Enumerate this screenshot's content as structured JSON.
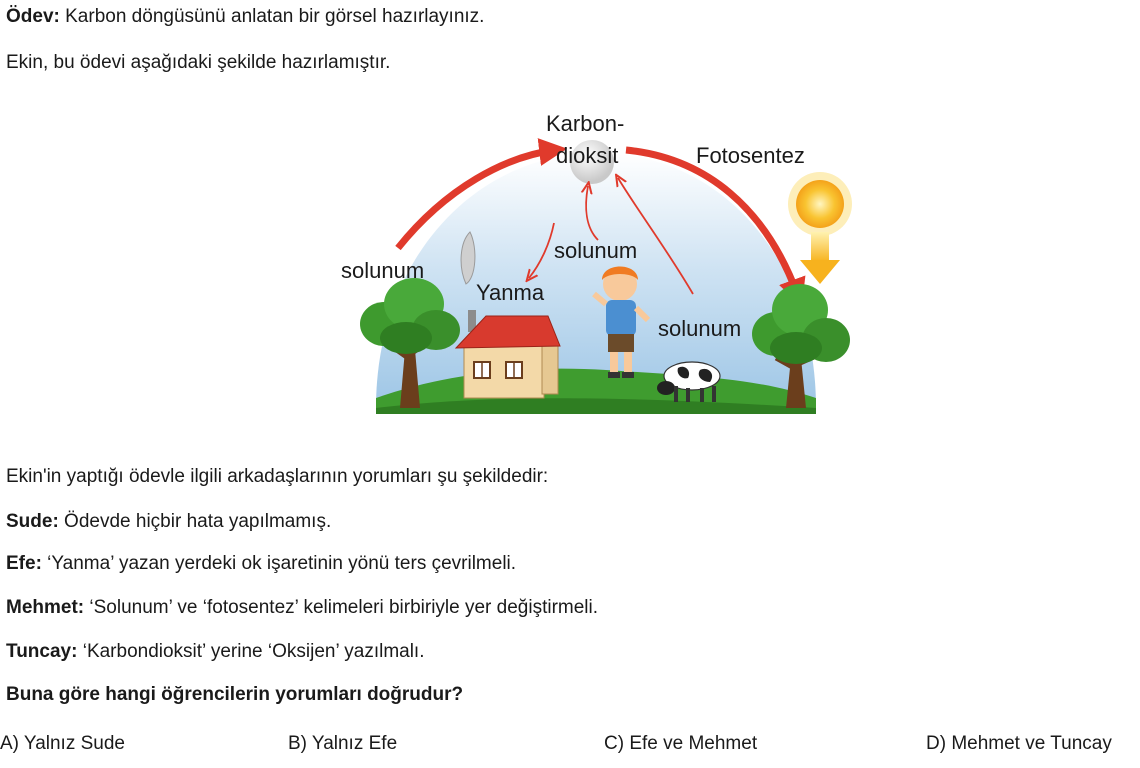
{
  "assignment": {
    "label": "Ödev:",
    "text": " Karbon döngüsünü anlatan bir görsel hazırlayınız."
  },
  "intro": "Ekin, bu ödevi aşağıdaki şekilde hazırlamıştır.",
  "figure": {
    "labels": {
      "co2_line1": "Karbon-",
      "co2_line2": "dioksit",
      "photosynthesis": "Fotosentez",
      "resp_left": "solunum",
      "resp_center": "solunum",
      "resp_right": "solunum",
      "combustion": "Yanma"
    },
    "colors": {
      "arrow": "#e03a2c",
      "sky": "#bcd8ee",
      "grass": "#3f9c2f",
      "sun": "#f7b21e",
      "roof": "#d83a2e"
    }
  },
  "comments_intro": "Ekin'in yaptığı ödevle ilgili arkadaşlarının yorumları şu şekildedir:",
  "comments": [
    {
      "name": "Sude:",
      "text": " Ödevde hiçbir hata yapılmamış."
    },
    {
      "name": "Efe:",
      "text": " ‘Yanma’ yazan yerdeki ok işaretinin yönü ters çevrilmeli."
    },
    {
      "name": "Mehmet:",
      "text": " ‘Solunum’ ve ‘fotosentez’ kelimeleri birbiriyle yer değiştirmeli."
    },
    {
      "name": "Tuncay:",
      "text": " ‘Karbondioksit’ yerine ‘Oksijen’ yazılmalı."
    }
  ],
  "question": "Buna göre hangi öğrencilerin yorumları doğrudur?",
  "options": [
    "A) Yalnız Sude",
    "B) Yalnız Efe",
    "C) Efe ve Mehmet",
    "D) Mehmet ve Tuncay"
  ]
}
